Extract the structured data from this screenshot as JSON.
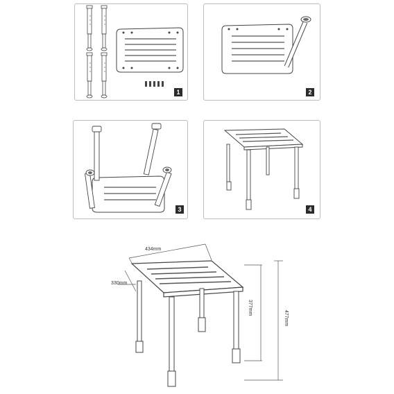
{
  "steps": [
    "1",
    "2",
    "3",
    "4"
  ],
  "dimensions": {
    "width": "434mm",
    "depth": "330mm",
    "leg_height": "377mm",
    "total_height": "477mm"
  },
  "icons": [
    "leg-icon",
    "seat-icon",
    "screw-icon",
    "stool-icon",
    "dimension-arrow-icon"
  ]
}
